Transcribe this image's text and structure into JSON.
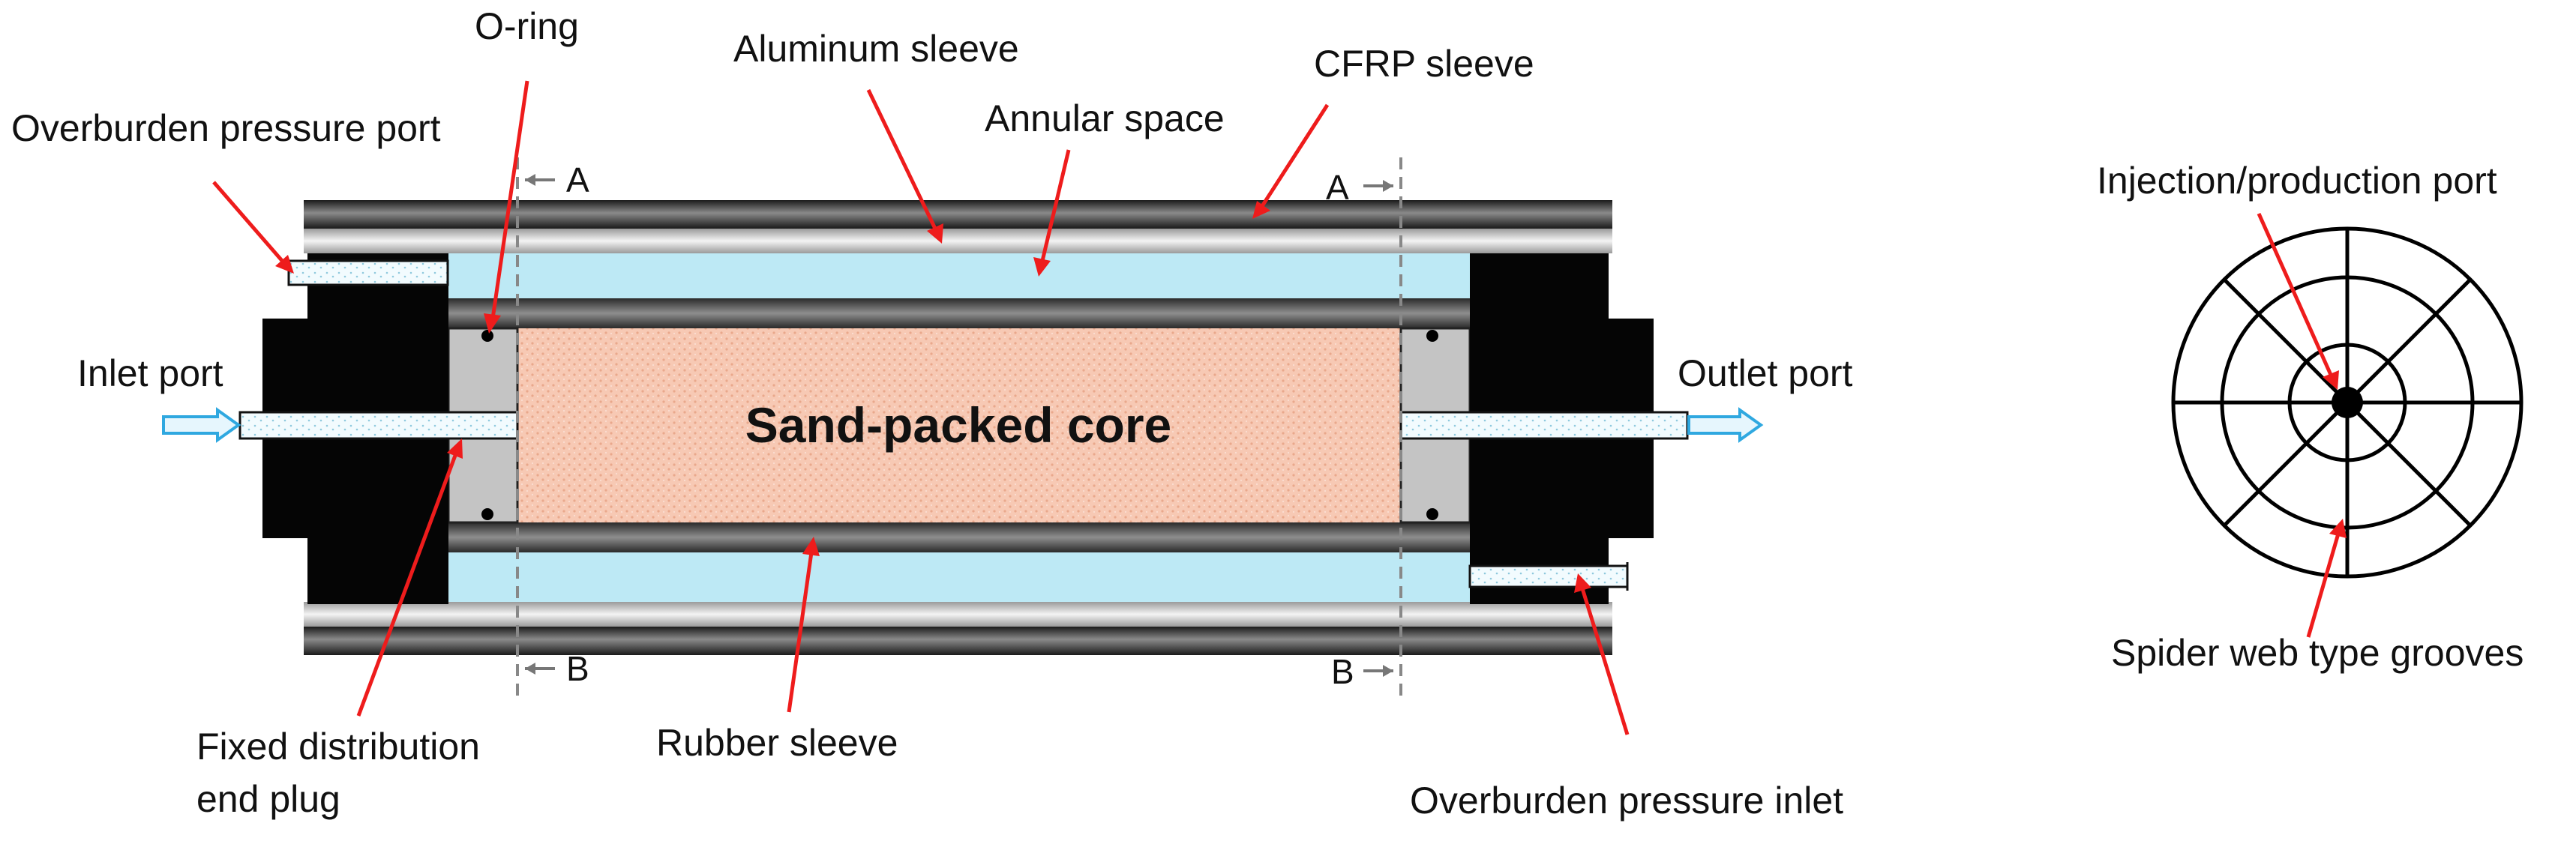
{
  "labels": {
    "o_ring": "O-ring",
    "aluminum_sleeve": "Aluminum sleeve",
    "cfrp_sleeve": "CFRP sleeve",
    "overburden_pressure_port": "Overburden pressure port",
    "annular_space": "Annular space",
    "inlet_port": "Inlet port",
    "outlet_port": "Outlet port",
    "sand_packed_core": "Sand-packed core",
    "fixed_distribution_line1": "Fixed distribution",
    "fixed_distribution_line2": "end plug",
    "rubber_sleeve": "Rubber sleeve",
    "overburden_pressure_inlet": "Overburden pressure inlet",
    "injection_production_port": "Injection/production port",
    "spider_web_grooves": "Spider web type grooves"
  },
  "sections": {
    "a_left": "A",
    "a_right": "A",
    "b_left": "B",
    "b_right": "B"
  },
  "colors": {
    "annular_space": "#bde9f5",
    "core_fill": "#f7c9b4",
    "end_plug": "#050505",
    "distributor": "#c4c4c4",
    "callout": "#ee1c1c",
    "flow_arrow": "#2fa8e0"
  }
}
